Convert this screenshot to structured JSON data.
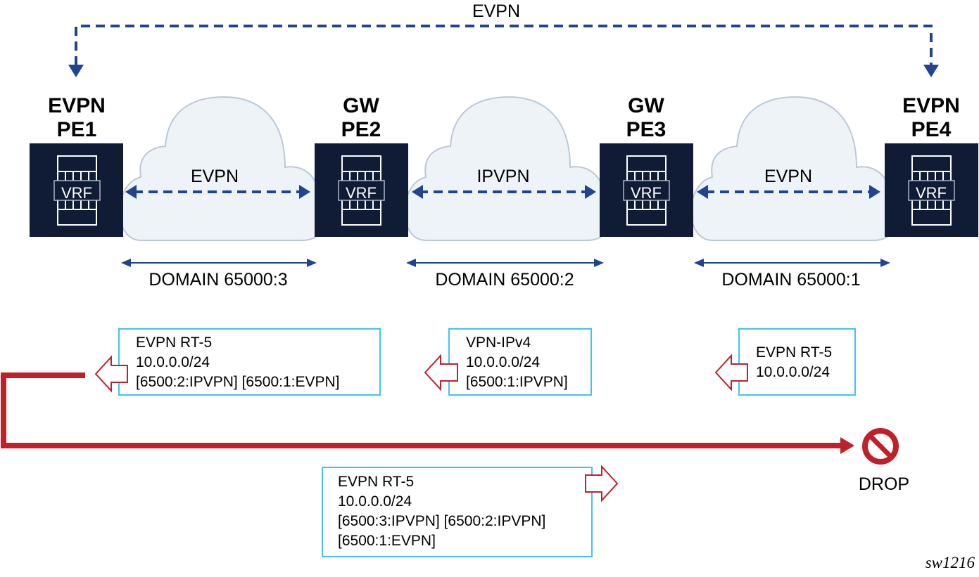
{
  "colors": {
    "node_fill": "#101b36",
    "cloud_fill": "#eef3f8",
    "cloud_stroke": "#bcc8d6",
    "arrow_blue": "#1f4590",
    "route_box_border": "#41c3ef",
    "drop_red": "#c0202a"
  },
  "top_link": {
    "label": "EVPN"
  },
  "nodes": [
    {
      "id": "pe1",
      "line1": "EVPN",
      "line2": "PE1",
      "vrf": "VRF"
    },
    {
      "id": "pe2",
      "line1": "GW",
      "line2": "PE2",
      "vrf": "VRF"
    },
    {
      "id": "pe3",
      "line1": "GW",
      "line2": "PE3",
      "vrf": "VRF"
    },
    {
      "id": "pe4",
      "line1": "EVPN",
      "line2": "PE4",
      "vrf": "VRF"
    }
  ],
  "clouds": [
    {
      "protocol": "EVPN",
      "domain": "DOMAIN 65000:3"
    },
    {
      "protocol": "IPVPN",
      "domain": "DOMAIN 65000:2"
    },
    {
      "protocol": "EVPN",
      "domain": "DOMAIN 65000:1"
    }
  ],
  "routes": [
    {
      "lines": [
        "EVPN RT-5",
        "10.0.0.0/24",
        "[6500:2:IPVPN] [6500:1:EVPN]"
      ]
    },
    {
      "lines": [
        "VPN-IPv4",
        "10.0.0.0/24",
        "[6500:1:IPVPN]"
      ]
    },
    {
      "lines": [
        "EVPN RT-5",
        "10.0.0.0/24"
      ]
    },
    {
      "lines": [
        "EVPN RT-5",
        "10.0.0.0/24",
        "[6500:3:IPVPN] [6500:2:IPVPN]",
        "[6500:1:EVPN]"
      ]
    }
  ],
  "drop": {
    "label": "DROP",
    "icon": "prohibited-icon"
  },
  "figure_id": "sw1216"
}
